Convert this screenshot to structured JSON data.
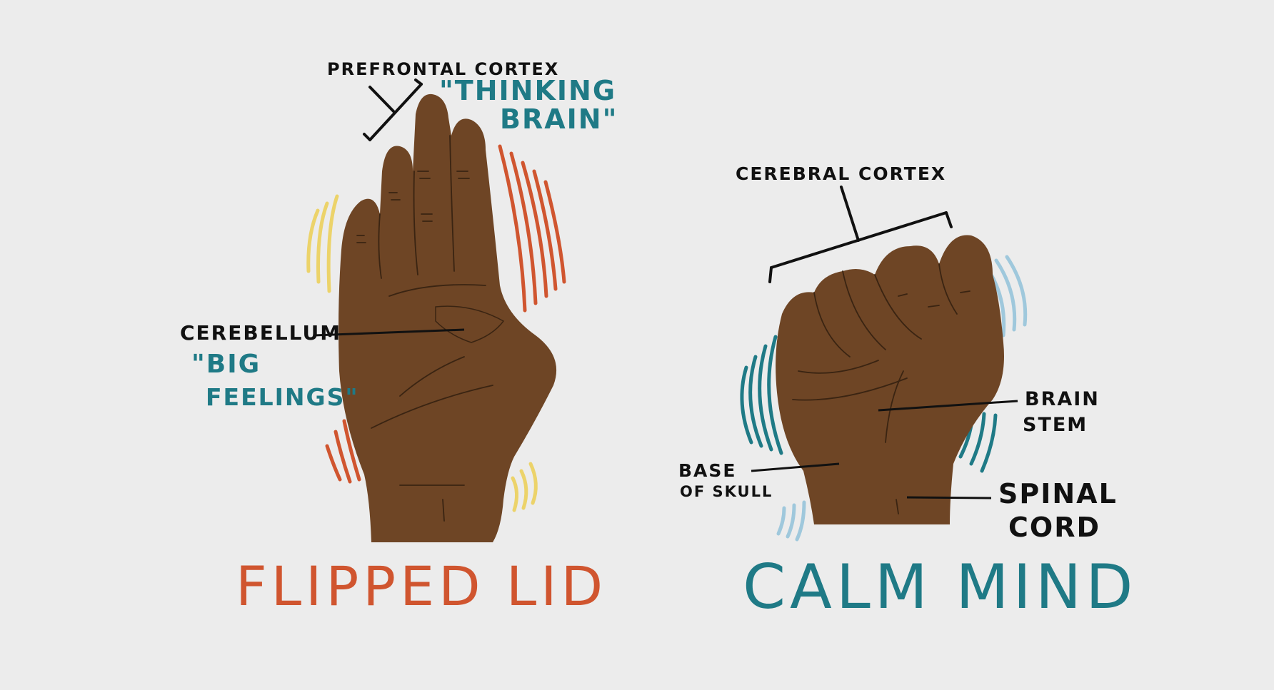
{
  "colors": {
    "background": "#ececec",
    "skin": "#6e4525",
    "skin_line": "#3a2412",
    "teal": "#1f7a86",
    "orange": "#d0552f",
    "yellow": "#ecd36a",
    "light_blue": "#9fc8dc",
    "ink": "#111111"
  },
  "left_panel": {
    "title": "FLIPPED LID",
    "labels": {
      "prefrontal": "PREFRONTAL CORTEX",
      "thinking_1": "\"THINKING",
      "thinking_2": "BRAIN\"",
      "cerebellum": "CEREBELLUM",
      "big_1": "\"BIG",
      "big_2": "FEELINGS\""
    }
  },
  "right_panel": {
    "title": "CALM MIND",
    "labels": {
      "cerebral": "CEREBRAL CORTEX",
      "brain_1": "BRAIN",
      "brain_2": "STEM",
      "base_1": "BASE",
      "base_2": "OF SKULL",
      "spinal_1": "SPINAL",
      "spinal_2": "CORD"
    }
  }
}
